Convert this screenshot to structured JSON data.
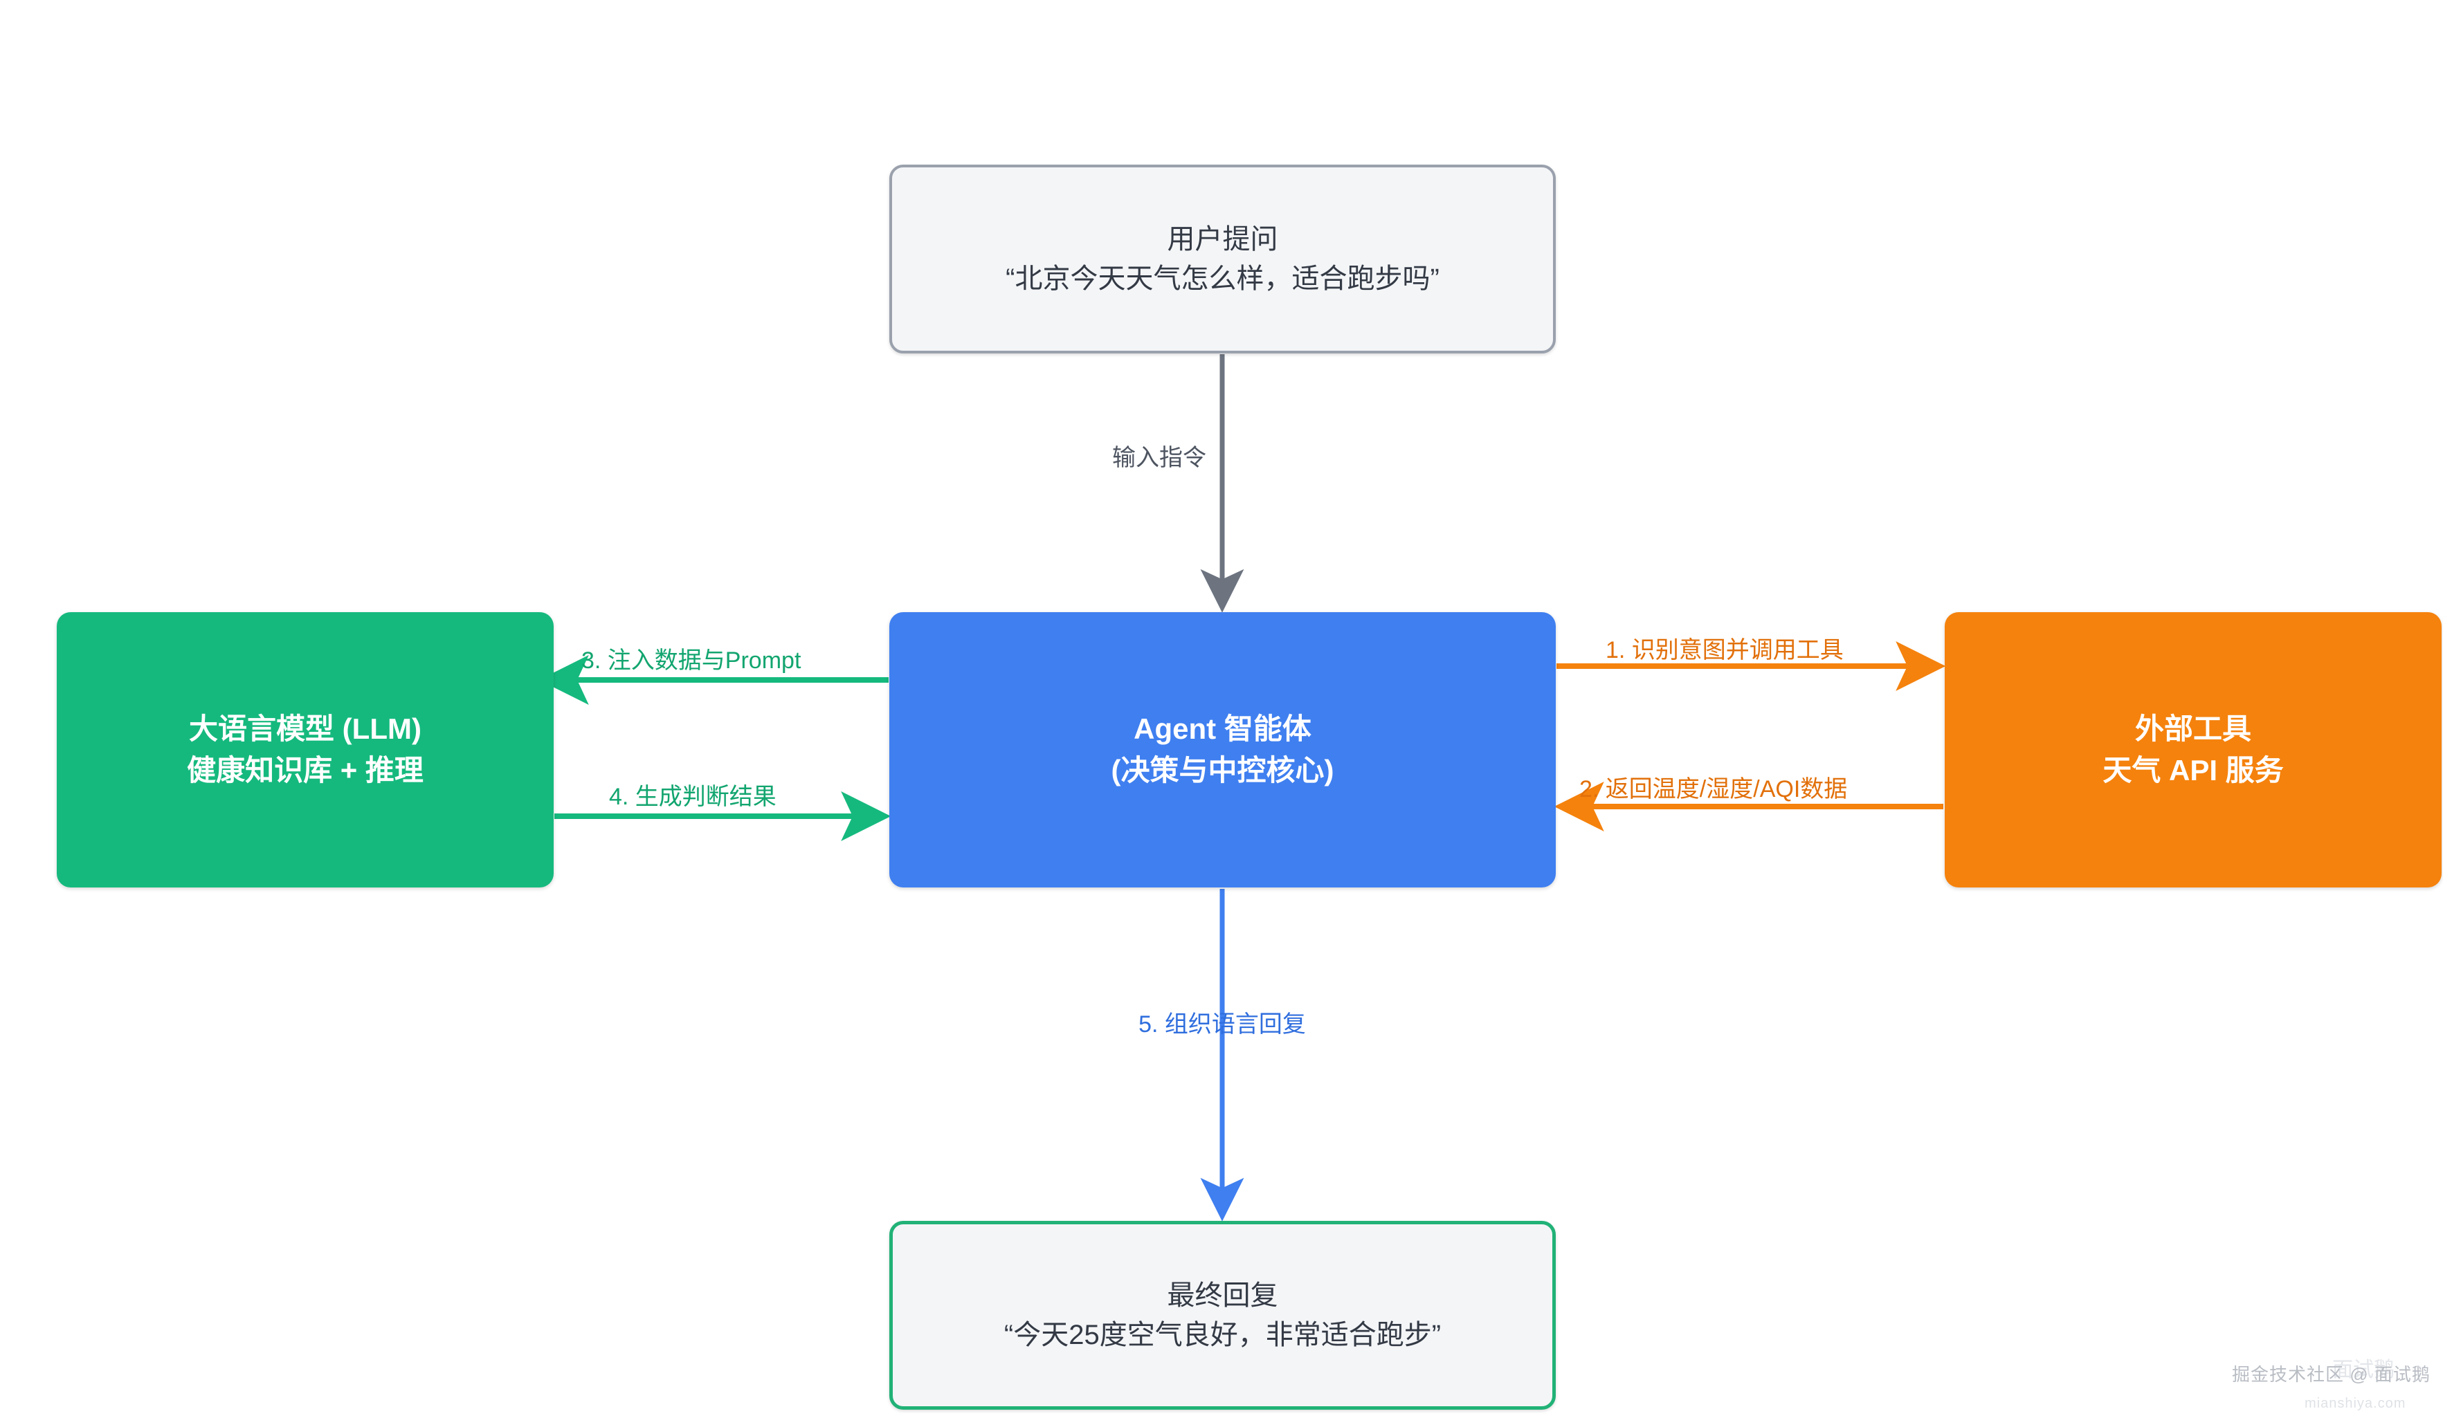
{
  "diagram": {
    "type": "flowchart",
    "orientation": "top-down-with-side-branches",
    "nodes": {
      "user_question": {
        "title": "用户提问",
        "detail": "“北京今天天气怎么样，适合跑步吗”",
        "fill": "#f4f5f7",
        "border": "#9aa1ad"
      },
      "llm": {
        "title": "大语言模型 (LLM)",
        "detail": "健康知识库 + 推理",
        "fill": "#15b97e",
        "text_color": "#ffffff"
      },
      "agent": {
        "title": "Agent 智能体",
        "detail": "(决策与中控核心)",
        "fill": "#3f7ff0",
        "text_color": "#ffffff"
      },
      "external_tool": {
        "title": "外部工具",
        "detail": "天气 API 服务",
        "fill": "#f5820d",
        "text_color": "#ffffff"
      },
      "final_reply": {
        "title": "最终回复",
        "detail": "“今天25度空气良好，非常适合跑步”",
        "fill": "#f4f5f7",
        "border": "#21b277"
      }
    },
    "edges": [
      {
        "id": "input",
        "label": "输入指令",
        "from": "user_question",
        "to": "agent",
        "color": "#4e5561",
        "direction": "down"
      },
      {
        "id": "step1",
        "label": "1. 识别意图并调用工具",
        "from": "agent",
        "to": "external_tool",
        "color": "#e2700a",
        "direction": "right"
      },
      {
        "id": "step2",
        "label": "2. 返回温度/湿度/AQI数据",
        "from": "external_tool",
        "to": "agent",
        "color": "#e2700a",
        "direction": "left"
      },
      {
        "id": "step3",
        "label": "3. 注入数据与Prompt",
        "from": "agent",
        "to": "llm",
        "color": "#12a56f",
        "direction": "left"
      },
      {
        "id": "step4",
        "label": "4. 生成判断结果",
        "from": "llm",
        "to": "agent",
        "color": "#12a56f",
        "direction": "right"
      },
      {
        "id": "step5",
        "label": "5. 组织语言回复",
        "from": "agent",
        "to": "final_reply",
        "color": "#2f6ede",
        "direction": "down"
      }
    ]
  },
  "watermark": {
    "main": "掘金技术社区 @ 面试鹅",
    "ghost": "面试鹅",
    "sub": "mianshiya.com"
  }
}
